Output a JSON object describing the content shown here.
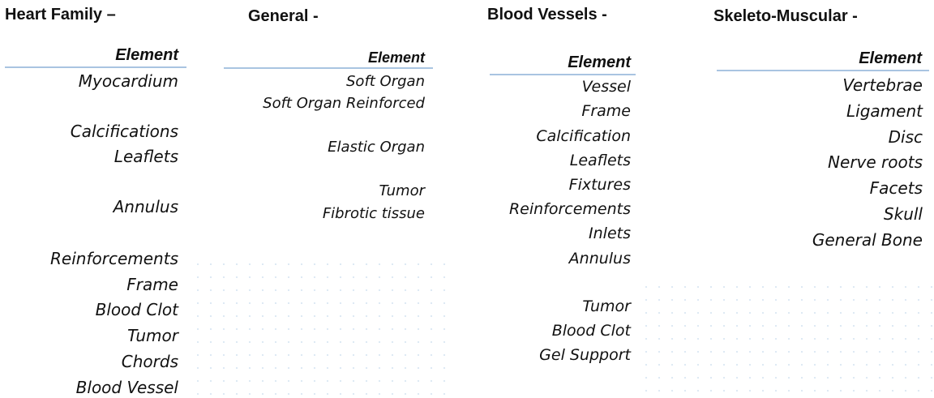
{
  "heart": {
    "title": "Heart Family –",
    "header": "Element",
    "items": [
      "Myocardium",
      "Calcifications",
      "Leaflets",
      "Annulus",
      "Reinforcements",
      "Frame",
      "Blood Clot",
      "Tumor",
      "Chords",
      "Blood Vessel"
    ]
  },
  "general": {
    "title": "General -",
    "header": "Element",
    "items": [
      "Soft Organ",
      "Soft Organ Reinforced",
      "Elastic Organ",
      "Tumor",
      "Fibrotic tissue"
    ]
  },
  "vessels": {
    "title": "Blood Vessels -",
    "header": "Element",
    "items": [
      "Vessel",
      "Frame",
      "Calcification",
      "Leaflets",
      "Fixtures",
      "Reinforcements",
      "Inlets",
      "Annulus",
      "Tumor",
      "Blood Clot",
      "Gel Support"
    ]
  },
  "skeletal": {
    "title": "Skeleto-Muscular -",
    "header": "Element",
    "items": [
      "Vertebrae",
      "Ligament",
      "Disc",
      "Nerve roots",
      "Facets",
      "Skull",
      "General Bone"
    ]
  },
  "colors": {
    "rule": "#a9c4e1",
    "dots": "#d9e6f2",
    "text": "#111111"
  }
}
